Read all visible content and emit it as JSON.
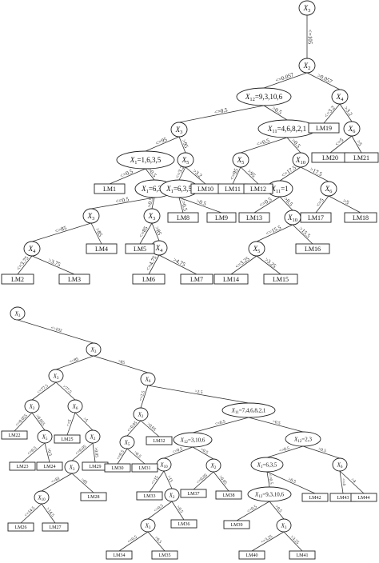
{
  "top_tree": {
    "nodes": [
      {
        "id": "t0",
        "label": "X3"
      },
      {
        "id": "t1",
        "label": "X2"
      },
      {
        "id": "t2",
        "label": "X12=9,3,10,6"
      },
      {
        "id": "t3",
        "label": "X4"
      },
      {
        "id": "t4",
        "label": "X3"
      },
      {
        "id": "t5",
        "label": "X11=4,6,8,2,1"
      },
      {
        "id": "t6",
        "label": "X6"
      },
      {
        "id": "t7",
        "label": "X1=1,6,3,5"
      },
      {
        "id": "t8",
        "label": "X5"
      },
      {
        "id": "t9",
        "label": "X5"
      },
      {
        "id": "t10",
        "label": "X10"
      },
      {
        "id": "t11",
        "label": "X1=6,3,5"
      },
      {
        "id": "t12",
        "label": "X1=6,3,5"
      },
      {
        "id": "t13",
        "label": "X11=1"
      },
      {
        "id": "t14",
        "label": "X6"
      },
      {
        "id": "t15",
        "label": "X3"
      },
      {
        "id": "t16",
        "label": "X3"
      },
      {
        "id": "t17",
        "label": "X10"
      },
      {
        "id": "t18",
        "label": "X4"
      },
      {
        "id": "t19",
        "label": "X4"
      },
      {
        "id": "t20",
        "label": "X5"
      }
    ],
    "leaves": [
      {
        "id": "tl1",
        "label": "LM1"
      },
      {
        "id": "tl2",
        "label": "LM2"
      },
      {
        "id": "tl3",
        "label": "LM3"
      },
      {
        "id": "tl4",
        "label": "LM4"
      },
      {
        "id": "tl5",
        "label": "LM5"
      },
      {
        "id": "tl6",
        "label": "LM6"
      },
      {
        "id": "tl7",
        "label": "LM7"
      },
      {
        "id": "tl8",
        "label": "LM8"
      },
      {
        "id": "tl9",
        "label": "LM9"
      },
      {
        "id": "tl10",
        "label": "LM10"
      },
      {
        "id": "tl11",
        "label": "LM11"
      },
      {
        "id": "tl12",
        "label": "LM12"
      },
      {
        "id": "tl13",
        "label": "LM13"
      },
      {
        "id": "tl14",
        "label": "LM14"
      },
      {
        "id": "tl15",
        "label": "LM15"
      },
      {
        "id": "tl16",
        "label": "LM16"
      },
      {
        "id": "tl17",
        "label": "LM17"
      },
      {
        "id": "tl18",
        "label": "LM18"
      },
      {
        "id": "tl19",
        "label": "LM19"
      },
      {
        "id": "tl20",
        "label": "LM20"
      },
      {
        "id": "tl21",
        "label": "LM21"
      }
    ],
    "edges": [
      {
        "from": "t0",
        "to": "t1",
        "label": "<=105"
      },
      {
        "from": "t1",
        "to": "t2",
        "label": "<=0.057"
      },
      {
        "from": "t1",
        "to": "t3",
        "label": ">0.057"
      },
      {
        "from": "t2",
        "to": "t4",
        "label": "<=0.5"
      },
      {
        "from": "t2",
        "to": "t5",
        "label": ">0.5"
      },
      {
        "from": "t3",
        "to": "tl19",
        "label": "<=3.2"
      },
      {
        "from": "t3",
        "to": "t6",
        "label": ">3.2"
      },
      {
        "from": "t6",
        "to": "tl20",
        "label": "<=5"
      },
      {
        "from": "t6",
        "to": "tl21",
        "label": ">5"
      },
      {
        "from": "t4",
        "to": "t7",
        "label": "<=95"
      },
      {
        "from": "t4",
        "to": "t8",
        "label": ">95"
      },
      {
        "from": "t5",
        "to": "t9",
        "label": "<=0.5"
      },
      {
        "from": "t5",
        "to": "t10",
        "label": ">0.5"
      },
      {
        "from": "t7",
        "to": "tl1",
        "label": "<=0.5"
      },
      {
        "from": "t7",
        "to": "t11",
        "label": ">0.5"
      },
      {
        "from": "t8",
        "to": "t12",
        "label": "<=3.2"
      },
      {
        "from": "t8",
        "to": "tl10",
        "label": ">3.2"
      },
      {
        "from": "t9",
        "to": "tl11",
        "label": "<=95"
      },
      {
        "from": "t9",
        "to": "tl12",
        "label": ">95"
      },
      {
        "from": "t10",
        "to": "t13",
        "label": "<=17.5"
      },
      {
        "from": "t10",
        "to": "t14",
        "label": ">17.5"
      },
      {
        "from": "t11",
        "to": "t15",
        "label": "<=0.5"
      },
      {
        "from": "t11",
        "to": "t16",
        "label": ">0.5"
      },
      {
        "from": "t12",
        "to": "tl8",
        "label": "<=0.5"
      },
      {
        "from": "t12",
        "to": "tl9",
        "label": ">0.5"
      },
      {
        "from": "t13",
        "to": "tl13",
        "label": "<=0.5"
      },
      {
        "from": "t13",
        "to": "t17",
        "label": ">0.5"
      },
      {
        "from": "t14",
        "to": "tl17",
        "label": "<=5"
      },
      {
        "from": "t14",
        "to": "tl18",
        "label": ">5"
      },
      {
        "from": "t15",
        "to": "t18",
        "label": "<=85"
      },
      {
        "from": "t15",
        "to": "tl4",
        "label": ">85"
      },
      {
        "from": "t16",
        "to": "tl5",
        "label": "<=85"
      },
      {
        "from": "t16",
        "to": "t19",
        "label": ">85"
      },
      {
        "from": "t17",
        "to": "t20",
        "label": "<=15.5"
      },
      {
        "from": "t17",
        "to": "tl16",
        "label": ">15.5"
      },
      {
        "from": "t18",
        "to": "tl2",
        "label": "<=3.75"
      },
      {
        "from": "t18",
        "to": "tl3",
        "label": ">3.75"
      },
      {
        "from": "t19",
        "to": "tl6",
        "label": "<=4.75"
      },
      {
        "from": "t19",
        "to": "tl7",
        "label": ">4.75"
      },
      {
        "from": "t20",
        "to": "tl14",
        "label": "<=3.25"
      },
      {
        "from": "t20",
        "to": "tl15",
        "label": ">3.25"
      }
    ]
  },
  "bottom_tree": {
    "nodes": [
      {
        "id": "b0",
        "label": "X3"
      },
      {
        "id": "b1",
        "label": "X3"
      },
      {
        "id": "b2",
        "label": "X3"
      },
      {
        "id": "b3",
        "label": "X6"
      },
      {
        "id": "b4",
        "label": "X2"
      },
      {
        "id": "b5",
        "label": "X6"
      },
      {
        "id": "b6",
        "label": "X2"
      },
      {
        "id": "b7",
        "label": "X11=7,4,6,8,2,1"
      },
      {
        "id": "b8",
        "label": "X5"
      },
      {
        "id": "b9",
        "label": "X2"
      },
      {
        "id": "b10",
        "label": "X5"
      },
      {
        "id": "b11",
        "label": "X12=3,10,6"
      },
      {
        "id": "b12",
        "label": "X12=2,3"
      },
      {
        "id": "b13",
        "label": "X3"
      },
      {
        "id": "b14",
        "label": "X10"
      },
      {
        "id": "b15",
        "label": "X2"
      },
      {
        "id": "b16",
        "label": "X1=6,3,5"
      },
      {
        "id": "b17",
        "label": "X6"
      },
      {
        "id": "b18",
        "label": "X10"
      },
      {
        "id": "b19",
        "label": "X2"
      },
      {
        "id": "b20",
        "label": "X12=9,3,10,6"
      },
      {
        "id": "b21",
        "label": "X3"
      },
      {
        "id": "b22",
        "label": "X3"
      }
    ],
    "leaves": [
      {
        "id": "bl22",
        "label": "LM22"
      },
      {
        "id": "bl23",
        "label": "LM23"
      },
      {
        "id": "bl24",
        "label": "LM24"
      },
      {
        "id": "bl25",
        "label": "LM25"
      },
      {
        "id": "bl26",
        "label": "LM26"
      },
      {
        "id": "bl27",
        "label": "LM27"
      },
      {
        "id": "bl28",
        "label": "LM28"
      },
      {
        "id": "bl29",
        "label": "LM29"
      },
      {
        "id": "bl30",
        "label": "LM30"
      },
      {
        "id": "bl31",
        "label": "LM31"
      },
      {
        "id": "bl32",
        "label": "LM32"
      },
      {
        "id": "bl33",
        "label": "LM33"
      },
      {
        "id": "bl34",
        "label": "LM34"
      },
      {
        "id": "bl35",
        "label": "LM35"
      },
      {
        "id": "bl36",
        "label": "LM36"
      },
      {
        "id": "bl37",
        "label": "LM37"
      },
      {
        "id": "bl38",
        "label": "LM38"
      },
      {
        "id": "bl39",
        "label": "LM39"
      },
      {
        "id": "bl40",
        "label": "LM40"
      },
      {
        "id": "bl41",
        "label": "LM41"
      },
      {
        "id": "bl42",
        "label": "LM42"
      },
      {
        "id": "bl43",
        "label": "LM43"
      },
      {
        "id": "bl44",
        "label": "LM44"
      }
    ],
    "edges": [
      {
        "from": "b0",
        "to": "b1",
        "label": "<=102"
      },
      {
        "from": "b1",
        "to": "b2",
        "label": "<=85"
      },
      {
        "from": "b1",
        "to": "b3",
        "label": ">85"
      },
      {
        "from": "b2",
        "to": "b4",
        "label": "<=77.5"
      },
      {
        "from": "b2",
        "to": "b5",
        "label": ">77.5"
      },
      {
        "from": "b3",
        "to": "b6",
        "label": "<=2.5"
      },
      {
        "from": "b3",
        "to": "b7",
        "label": ">2.5"
      },
      {
        "from": "b4",
        "to": "bl22",
        "label": "<=0.055"
      },
      {
        "from": "b4",
        "to": "b8",
        "label": ">0.055"
      },
      {
        "from": "b5",
        "to": "bl25",
        "label": "<=5"
      },
      {
        "from": "b5",
        "to": "b9",
        "label": ">5"
      },
      {
        "from": "b6",
        "to": "b10",
        "label": "<=0.05"
      },
      {
        "from": "b6",
        "to": "bl32",
        "label": ">0.05"
      },
      {
        "from": "b7",
        "to": "b11",
        "label": "<=0.5"
      },
      {
        "from": "b7",
        "to": "b12",
        "label": ">0.5"
      },
      {
        "from": "b8",
        "to": "bl23",
        "label": "<=0.5"
      },
      {
        "from": "b8",
        "to": "bl24",
        "label": ">0.5"
      },
      {
        "from": "b9",
        "to": "b13",
        "label": "<=0.05"
      },
      {
        "from": "b9",
        "to": "bl29",
        "label": ">0.05"
      },
      {
        "from": "b10",
        "to": "bl30",
        "label": "<=0.5"
      },
      {
        "from": "b10",
        "to": "bl31",
        "label": ">0.5"
      },
      {
        "from": "b11",
        "to": "b14",
        "label": "<=0.5"
      },
      {
        "from": "b11",
        "to": "b15",
        "label": ">0.5"
      },
      {
        "from": "b12",
        "to": "b16",
        "label": "<=0.5"
      },
      {
        "from": "b12",
        "to": "b17",
        "label": ">0.5"
      },
      {
        "from": "b13",
        "to": "b18",
        "label": "<=81"
      },
      {
        "from": "b13",
        "to": "bl28",
        "label": ">81"
      },
      {
        "from": "b14",
        "to": "bl33",
        "label": "<=15"
      },
      {
        "from": "b14",
        "to": "b19",
        "label": ">15"
      },
      {
        "from": "b15",
        "to": "bl37",
        "label": "<=0.05"
      },
      {
        "from": "b15",
        "to": "bl38",
        "label": ">0.05"
      },
      {
        "from": "b16",
        "to": "b20",
        "label": "<=0.5"
      },
      {
        "from": "b16",
        "to": "bl42",
        "label": ">0.5"
      },
      {
        "from": "b17",
        "to": "bl43",
        "label": "<=4"
      },
      {
        "from": "b17",
        "to": "bl44",
        "label": ">4"
      },
      {
        "from": "b18",
        "to": "bl26",
        "label": "<=14.5"
      },
      {
        "from": "b18",
        "to": "bl27",
        "label": ">14.5"
      },
      {
        "from": "b19",
        "to": "b21",
        "label": "<=0.5"
      },
      {
        "from": "b19",
        "to": "bl36",
        "label": ">0.5"
      },
      {
        "from": "b20",
        "to": "bl39",
        "label": "<=0.5"
      },
      {
        "from": "b20",
        "to": "b22",
        "label": ">0.5"
      },
      {
        "from": "b21",
        "to": "bl34",
        "label": "<=0.5"
      },
      {
        "from": "b21",
        "to": "bl35",
        "label": ">0.5"
      },
      {
        "from": "b22",
        "to": "bl40",
        "label": "<=3.25"
      },
      {
        "from": "b22",
        "to": "bl41",
        "label": ">3.25"
      }
    ]
  }
}
